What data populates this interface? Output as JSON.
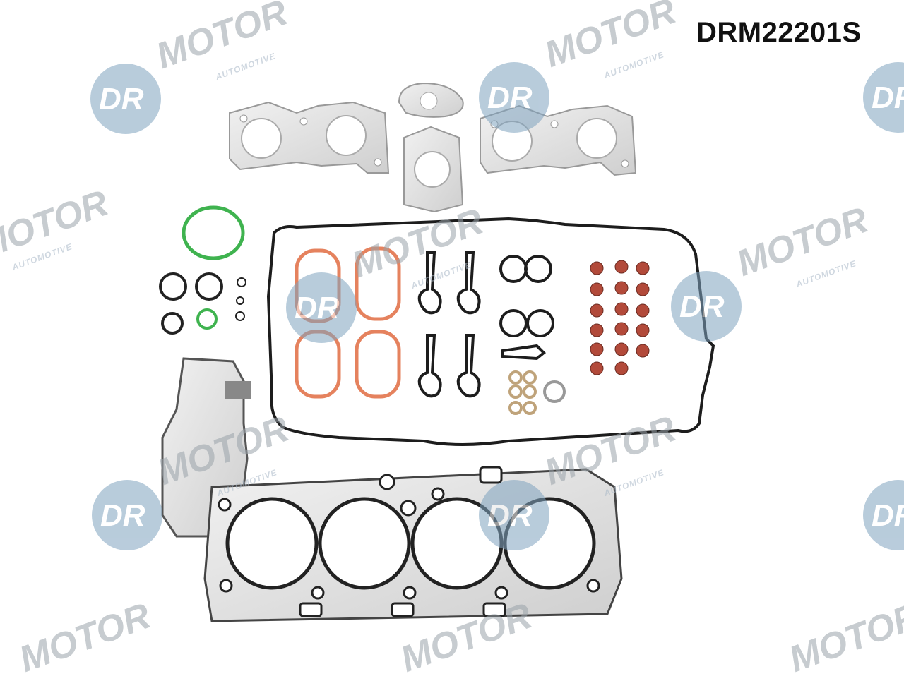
{
  "product": {
    "code": "DRM22201S"
  },
  "watermark": {
    "dr": "DR",
    "motor": "MOTOR",
    "sub": "AUTOMOTIVE"
  },
  "colors": {
    "brand_blue": "#6b94b5",
    "brand_grey": "#8e979e",
    "gasket_orange": "#e5825e",
    "gasket_green": "#3fb34f",
    "seal_red": "#b24a3a",
    "metal": "#e4e4e4",
    "rubber": "#222222"
  }
}
